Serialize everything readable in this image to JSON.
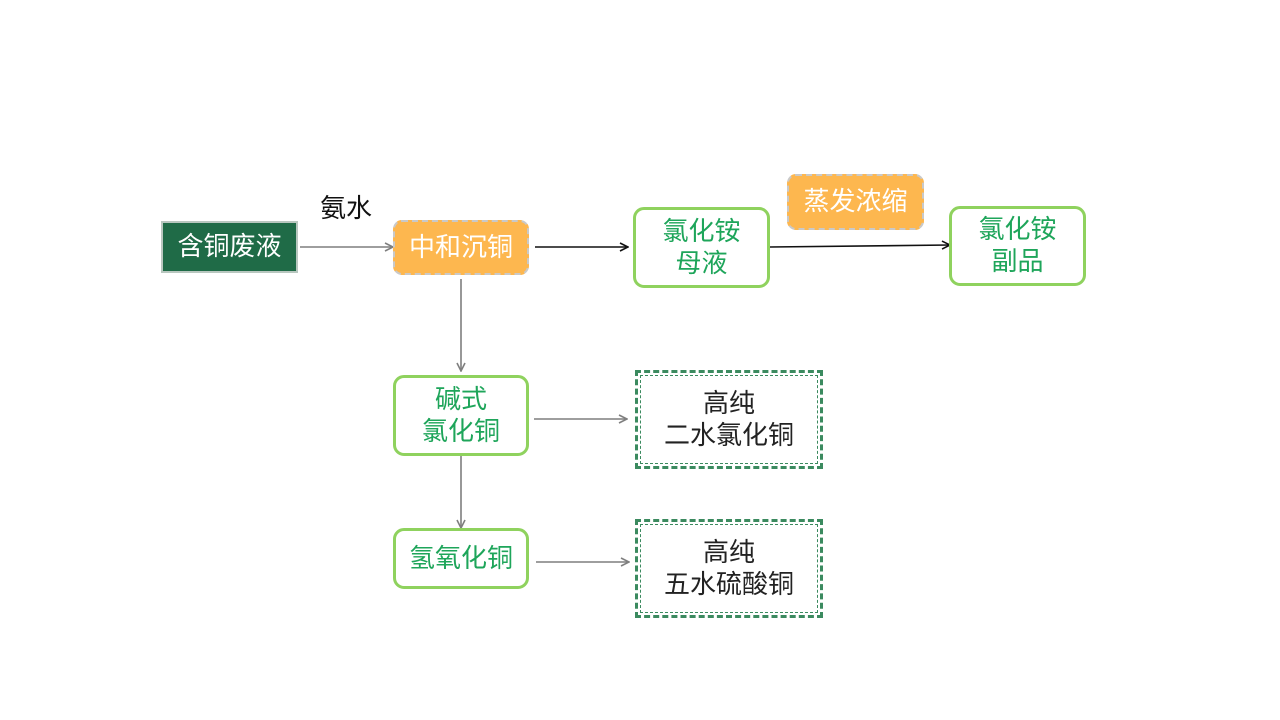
{
  "diagram": {
    "nodes": {
      "waste_liquid": "含铜废液",
      "neutralize": "中和沉铜",
      "ammonium_mother": "氯化铵\n母液",
      "evaporate": "蒸发浓缩",
      "ammonium_byproduct": "氯化铵\n副品",
      "basic_copper_chloride": "碱式\n氯化铜",
      "high_purity_cucl2": "高纯\n二水氯化铜",
      "copper_hydroxide": "氢氧化铜",
      "high_purity_cuso4": "高纯\n五水硫酸铜"
    },
    "edge_labels": {
      "ammonia": "氨水"
    },
    "colors": {
      "dark_green": "#1f6b47",
      "orange": "#fdb74f",
      "green_text": "#1ea55a",
      "green_border": "#8fd25e",
      "dashed_border": "#3b8a5f",
      "arrow_gray": "#7f7f7f",
      "arrow_black": "#111111"
    }
  }
}
